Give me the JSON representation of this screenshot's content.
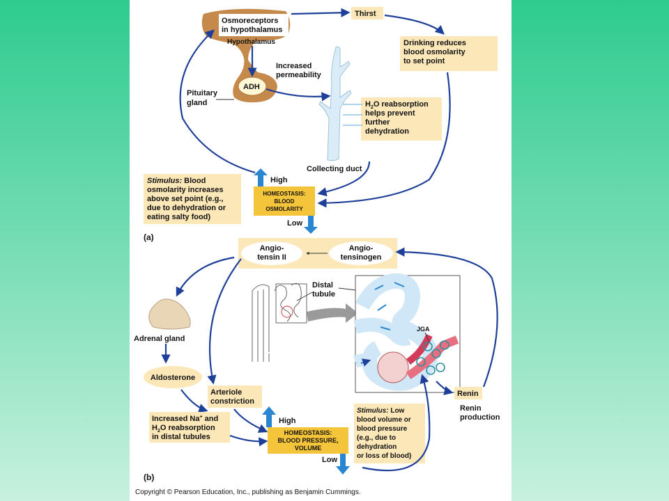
{
  "colors": {
    "background": "#2ecb8e",
    "box": "#fbe7b8",
    "homeostasis": "#f4c43a",
    "arrow": "#1d3f99",
    "gland": "#c58a4b",
    "duct": "#d9ecf7",
    "updown": "#2a86d1"
  },
  "part_a": {
    "label": "(a)",
    "osmoreceptors": [
      "Osmoreceptors",
      "in hypothalamus"
    ],
    "hypothalamus": "Hypothalamus",
    "adh": "ADH",
    "pituitary": [
      "Pituitary",
      "gland"
    ],
    "increased_permeability": [
      "Increased",
      "permeability"
    ],
    "collecting_duct": "Collecting duct",
    "thirst": "Thirst",
    "drinking": [
      "Drinking reduces",
      "blood osmolarity",
      "to set point"
    ],
    "h2o_reabsorption": [
      "O reabsorption",
      "helps prevent",
      "further",
      "dehydration"
    ],
    "h2o_prefix": "H",
    "h2o_sub": "2",
    "stimulus_title": "Stimulus:",
    "stimulus": [
      " Blood",
      "osmolarity increases",
      "above set point (e.g.,",
      "due to dehydration or",
      "eating salty food)"
    ],
    "homeostasis": [
      "HOMEOSTASIS:",
      "BLOOD",
      "OSMOLARITY"
    ],
    "high": "High",
    "low": "Low"
  },
  "part_b": {
    "label": "(b)",
    "angiotensin": [
      "Angio-",
      "tensin II"
    ],
    "angiotensinogen": [
      "Angio-",
      "tensinogen"
    ],
    "distal_tubule": [
      "Distal",
      "tubule"
    ],
    "adrenal_gland": "Adrenal gland",
    "aldosterone": "Aldosterone",
    "arteriole": [
      "Arteriole",
      "constriction"
    ],
    "increased_na": [
      "Increased Na",
      "+",
      " and"
    ],
    "na_rest": [
      "O reabsorption",
      "in distal tubules"
    ],
    "na_h_prefix": "H",
    "na_h_sub": "2",
    "jga": "JGA",
    "renin": "Renin",
    "renin_production": [
      "Renin",
      "production"
    ],
    "stimulus_title": "Stimulus:",
    "stimulus": [
      " Low",
      "blood volume or",
      "blood pressure",
      "(e.g., due to",
      "dehydration",
      "or loss of blood)"
    ],
    "homeostasis": [
      "HOMEOSTASIS:",
      "BLOOD PRESSURE,",
      "VOLUME"
    ],
    "high": "High",
    "low": "Low"
  },
  "copyright": "Copyright © Pearson Education, Inc., publishing as Benjamin Cummings."
}
